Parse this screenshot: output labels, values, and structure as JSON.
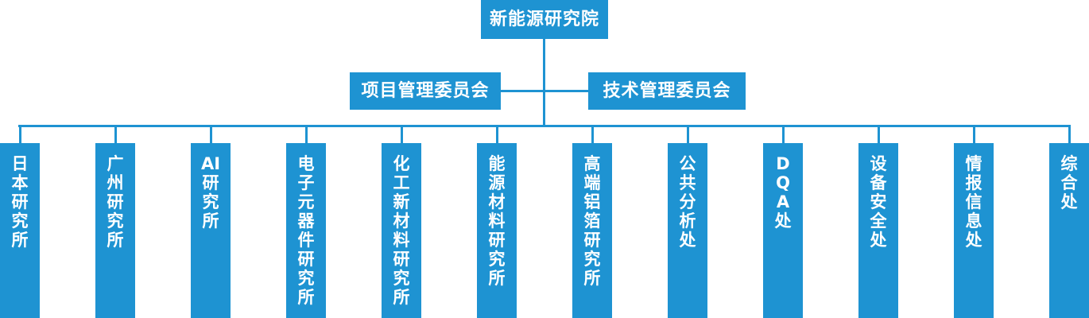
{
  "chart": {
    "type": "org-chart",
    "colors": {
      "node_blue": "#1e93d2",
      "connector_blue": "#1e93d2",
      "text_white": "#ffffff",
      "background": "#ffffff"
    },
    "root": {
      "label": "新能源研究院"
    },
    "committees": [
      {
        "label": "项目管理委员会"
      },
      {
        "label": "技术管理委员会"
      }
    ],
    "departments": [
      {
        "label": "日本研究所",
        "lines": [
          "日",
          "本",
          "研",
          "究",
          "所"
        ]
      },
      {
        "label": "广州研究所",
        "lines": [
          "广",
          "州",
          "研",
          "究",
          "所"
        ]
      },
      {
        "label": "AI研究所",
        "lines": [
          "AI",
          "研",
          "究",
          "所"
        ]
      },
      {
        "label": "电子元器件研究所",
        "lines": [
          "电",
          "子",
          "元",
          "器",
          "件",
          "研",
          "究",
          "所"
        ]
      },
      {
        "label": "化工新材料研究所",
        "lines": [
          "化",
          "工",
          "新",
          "材",
          "料",
          "研",
          "究",
          "所"
        ]
      },
      {
        "label": "能源材料研究所",
        "lines": [
          "能",
          "源",
          "材",
          "料",
          "研",
          "究",
          "所"
        ]
      },
      {
        "label": "高端铝箔研究所",
        "lines": [
          "高",
          "端",
          "铝",
          "箔",
          "研",
          "究",
          "所"
        ]
      },
      {
        "label": "公共分析处",
        "lines": [
          "公",
          "共",
          "分",
          "析",
          "处"
        ]
      },
      {
        "label": "DQA处",
        "lines": [
          "D",
          "Q",
          "A",
          "处"
        ]
      },
      {
        "label": "设备安全处",
        "lines": [
          "设",
          "备",
          "安",
          "全",
          "处"
        ]
      },
      {
        "label": "情报信息处",
        "lines": [
          "情",
          "报",
          "信",
          "息",
          "处"
        ]
      },
      {
        "label": "综合处",
        "lines": [
          "综",
          "合",
          "处"
        ]
      }
    ]
  }
}
